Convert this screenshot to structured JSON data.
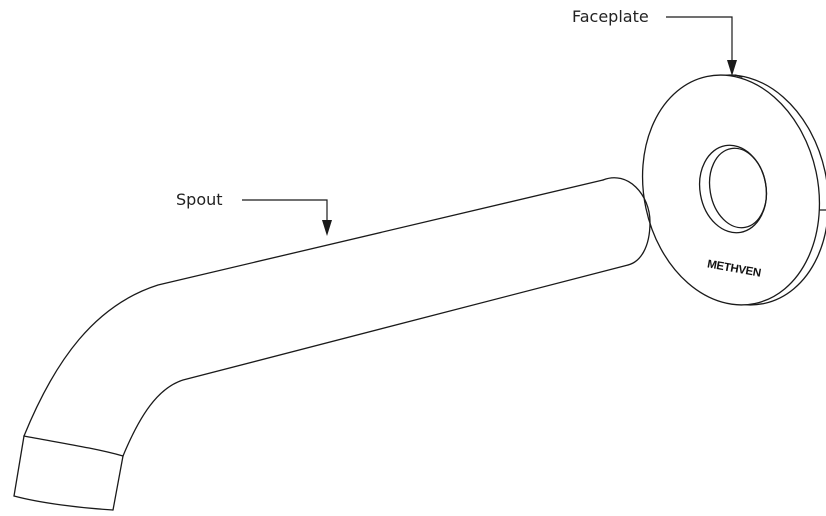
{
  "callouts": {
    "faceplate_label": "Faceplate",
    "spout_label": "Spout"
  },
  "faceplate": {
    "brand_text": "METHVEN"
  },
  "colors": {
    "line": "#1a1a1a",
    "background": "#ffffff"
  }
}
